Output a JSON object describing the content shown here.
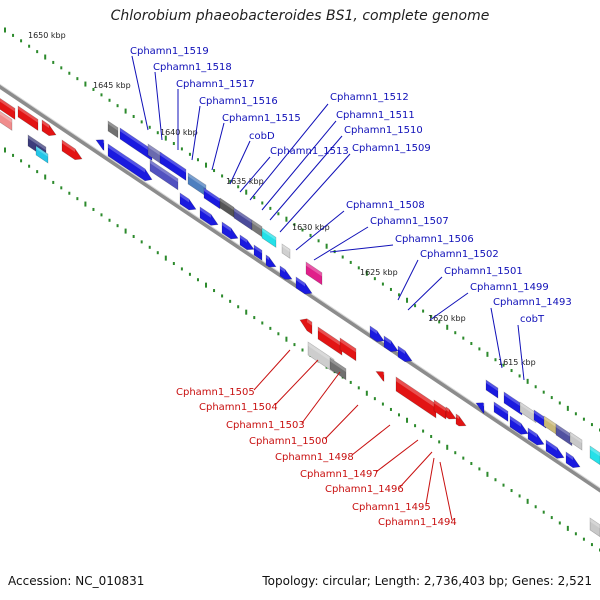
{
  "title": "Chlorobium phaeobacteroides BS1, complete genome",
  "footer": {
    "accession": "Accession: NC_010831",
    "summary": "Topology: circular; Length: 2,736,403 bp; Genes: 2,521"
  },
  "colors": {
    "forward_gene": "#1a1adf",
    "reverse_gene": "#e21414",
    "forward_label": "#1010b8",
    "reverse_label": "#c81010",
    "backbone": "#8c8c8c",
    "scale_dots": "#2c8a2c"
  },
  "scale_labels": [
    "1650 kbp",
    "1645 kbp",
    "1640 kbp",
    "1635 kbp",
    "1630 kbp",
    "1625 kbp",
    "1620 kbp",
    "1615 kbp"
  ],
  "forward_labels": [
    "Cphamn1_1519",
    "Cphamn1_1518",
    "Cphamn1_1517",
    "Cphamn1_1516",
    "Cphamn1_1515",
    "cobD",
    "Cphamn1_1512",
    "Cphamn1_1511",
    "Cphamn1_1510",
    "Cphamn1_1513",
    "Cphamn1_1509",
    "Cphamn1_1508",
    "Cphamn1_1507",
    "Cphamn1_1506",
    "Cphamn1_1502",
    "Cphamn1_1501",
    "Cphamn1_1499",
    "Cphamn1_1493",
    "cobT"
  ],
  "reverse_labels": [
    "Cphamn1_1505",
    "Cphamn1_1504",
    "Cphamn1_1503",
    "Cphamn1_1500",
    "Cphamn1_1498",
    "Cphamn1_1497",
    "Cphamn1_1496",
    "Cphamn1_1495",
    "Cphamn1_1494"
  ]
}
